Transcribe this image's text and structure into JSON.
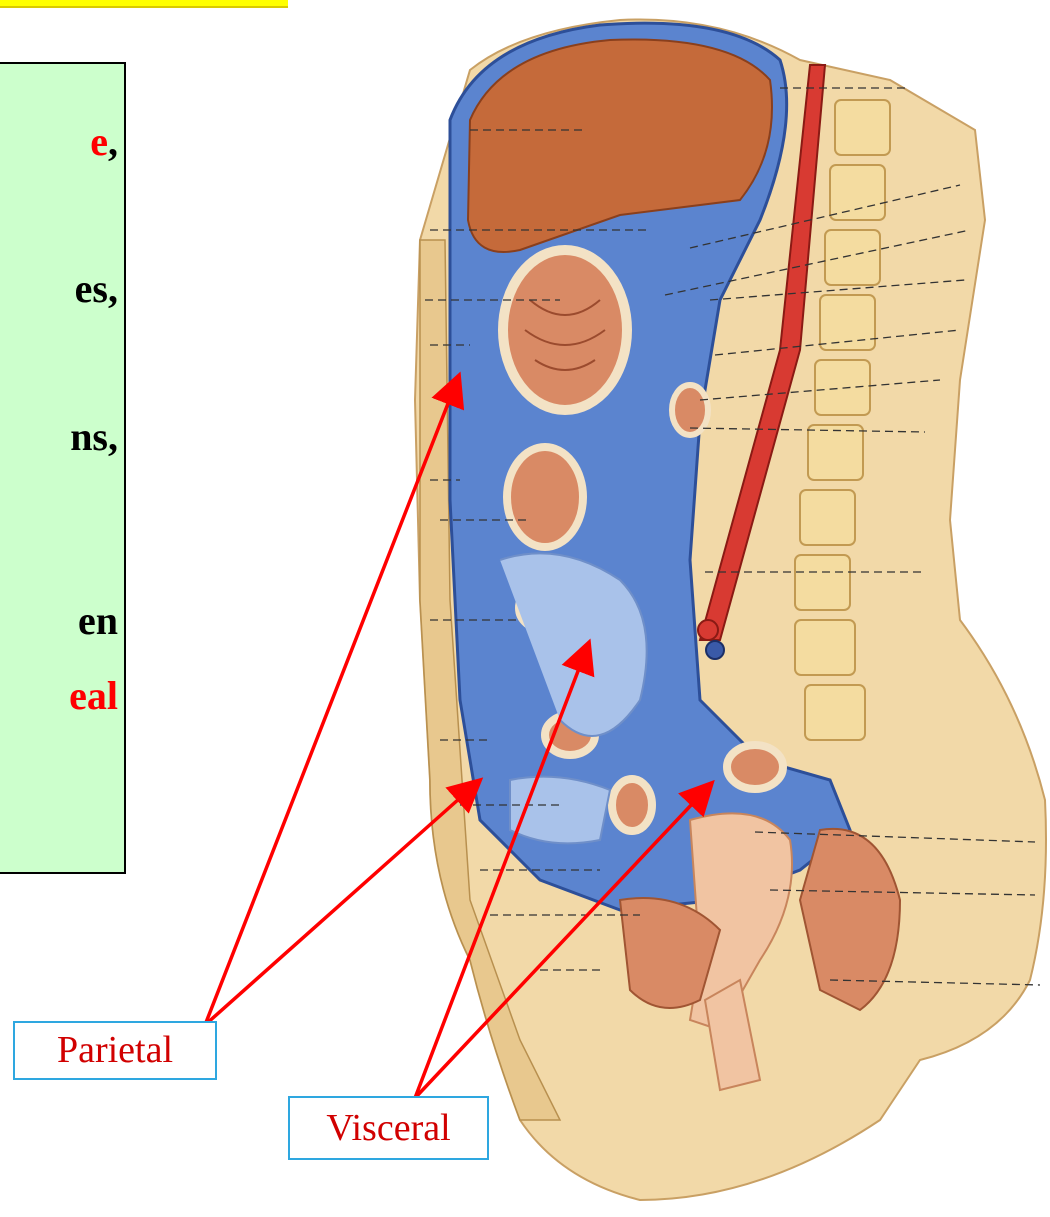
{
  "text_box": {
    "fragments": [
      {
        "text": "e",
        "color": "#ff0000",
        "suffix": ","
      },
      {
        "text": "es,",
        "color": "#000000"
      },
      {
        "text": "ns,",
        "color": "#000000"
      },
      {
        "text": "en",
        "color": "#000000"
      },
      {
        "text": "eal",
        "color": "#ff0000"
      }
    ]
  },
  "labels": {
    "parietal": "Parietal",
    "visceral": "Visceral"
  },
  "colors": {
    "highlight_strip": "#ffff00",
    "text_box_bg": "#ccffcc",
    "arrow": "#ff0000",
    "label_border": "#2ea7e0",
    "label_text": "#d10000",
    "peritoneum": "#4a78c8"
  }
}
